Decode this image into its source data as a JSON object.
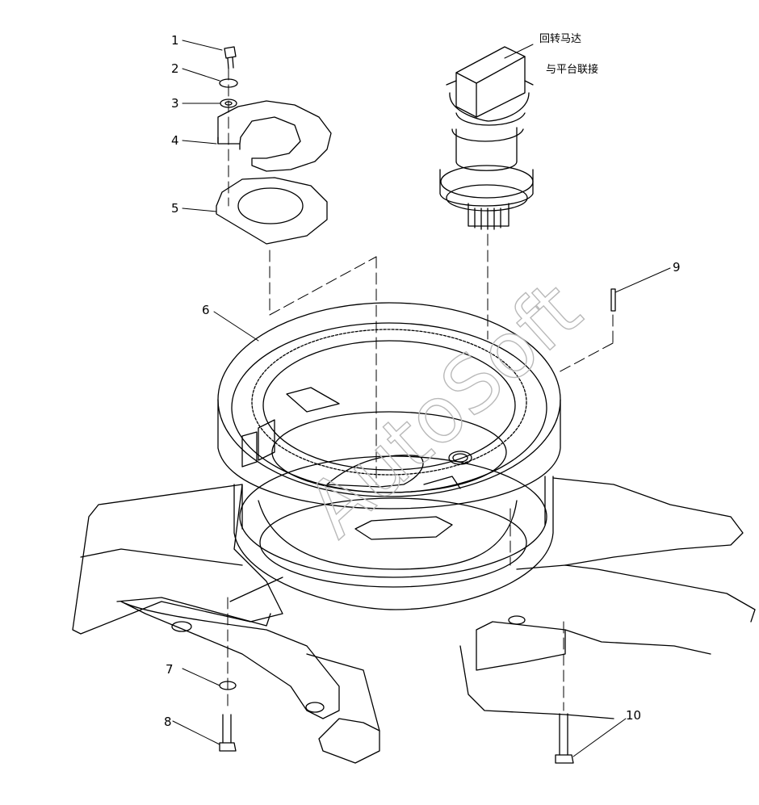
{
  "callouts": [
    {
      "id": "1",
      "label": "1"
    },
    {
      "id": "2",
      "label": "2"
    },
    {
      "id": "3",
      "label": "3"
    },
    {
      "id": "4",
      "label": "4"
    },
    {
      "id": "5",
      "label": "5"
    },
    {
      "id": "6",
      "label": "6"
    },
    {
      "id": "7",
      "label": "7"
    },
    {
      "id": "8",
      "label": "8"
    },
    {
      "id": "9",
      "label": "9"
    },
    {
      "id": "10",
      "label": "10"
    }
  ],
  "notes": {
    "swing_motor": "回转马达",
    "platform_connection": "与平台联接"
  },
  "watermark": "AutoSoft",
  "colors": {
    "line": "#000000",
    "watermark": "#b9b9b9",
    "background": "#ffffff"
  }
}
